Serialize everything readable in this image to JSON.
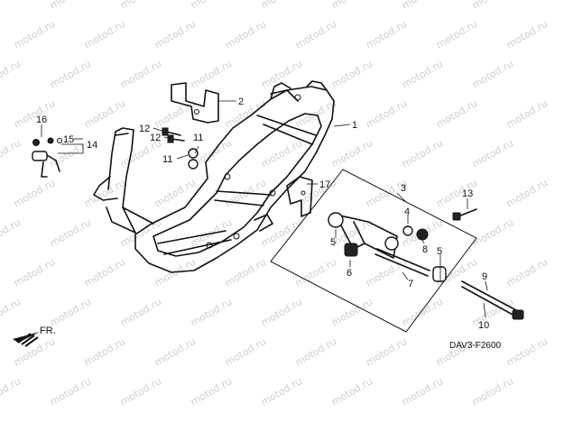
{
  "watermark": "motod.ru",
  "callouts": [
    "1",
    "2",
    "3",
    "4",
    "5",
    "5",
    "6",
    "7",
    "8",
    "9",
    "10",
    "11",
    "11",
    "12",
    "12",
    "13",
    "14",
    "15",
    "16",
    "17"
  ],
  "direction_label": "FR.",
  "diagram_code": "DAV3-F2600"
}
